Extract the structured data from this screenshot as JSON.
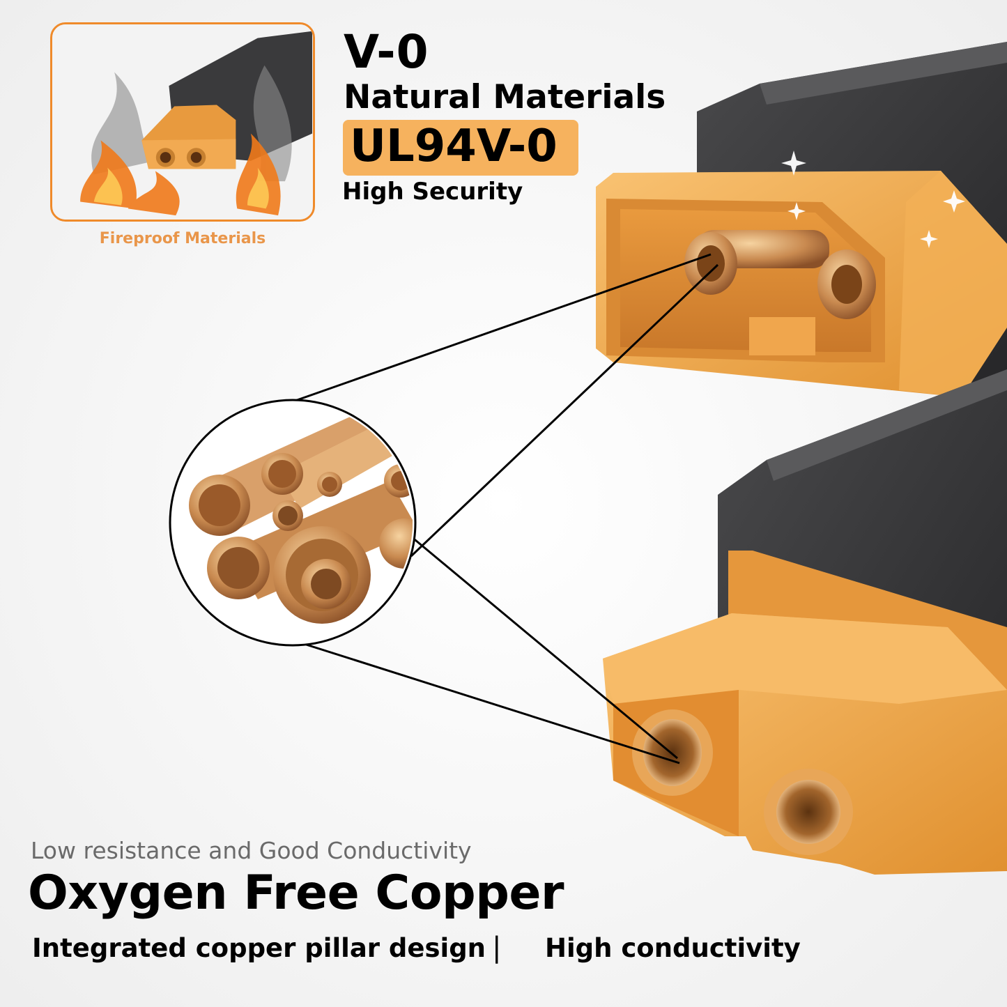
{
  "thumbnail": {
    "caption": "Fireproof Materials"
  },
  "headline": {
    "rating": "V-0",
    "materials": "Natural Materials",
    "standard": "UL94V-0",
    "security": "High Security"
  },
  "footer": {
    "subtitle": "Low resistance and Good Conductivity",
    "title": "Oxygen Free Copper",
    "feature_1": "Integrated copper pillar design",
    "separator": "|",
    "feature_2": "High conductivity"
  },
  "colors": {
    "connector_orange": "#f2a84f",
    "housing_gray": "#3b3b3d",
    "copper": "#c9894f",
    "accent_badge": "#f6b25e",
    "caption_orange": "#e9964a"
  }
}
